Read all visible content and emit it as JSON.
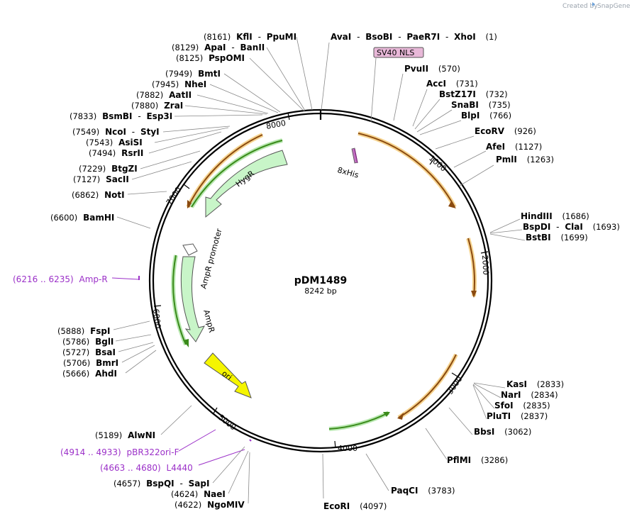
{
  "branding": {
    "created_by": "Created by",
    "app": "SnapGene"
  },
  "plasmid": {
    "name": "pDM1489",
    "size_label": "8242 bp"
  },
  "tick_labels": [
    "1000",
    "2000",
    "3000",
    "4000",
    "5000",
    "6000",
    "7000",
    "8000"
  ],
  "features": {
    "sv40_nls": "SV40 NLS",
    "his_tag": "8xHis",
    "hygr": "HygR",
    "ampr_promoter": "AmpR promoter",
    "ampr": "AmpR",
    "ori": "ori"
  },
  "sites": [
    {
      "pos": "(8161)",
      "name": "KflI",
      "sep": "-",
      "name2": "PpuMI"
    },
    {
      "pos": "(8129)",
      "name": "ApaI",
      "sep": "-",
      "name2": "BanII"
    },
    {
      "pos": "(8125)",
      "name": "PspOMI"
    },
    {
      "pos": "(7949)",
      "name": "BmtI"
    },
    {
      "pos": "(7945)",
      "name": "NheI"
    },
    {
      "pos": "(7882)",
      "name": "AatII"
    },
    {
      "pos": "(7880)",
      "name": "ZraI"
    },
    {
      "pos": "(7833)",
      "name": "BsmBI",
      "sep": "-",
      "name2": "Esp3I"
    },
    {
      "pos": "(7549)",
      "name": "NcoI",
      "sep": "-",
      "name2": "StyI"
    },
    {
      "pos": "(7543)",
      "name": "AsiSI"
    },
    {
      "pos": "(7494)",
      "name": "RsrII"
    },
    {
      "pos": "(7229)",
      "name": "BtgZI"
    },
    {
      "pos": "(7127)",
      "name": "SacII"
    },
    {
      "pos": "(6862)",
      "name": "NotI"
    },
    {
      "pos": "(6600)",
      "name": "BamHI"
    },
    {
      "pos": "(5888)",
      "name": "FspI"
    },
    {
      "pos": "(5786)",
      "name": "BglI"
    },
    {
      "pos": "(5727)",
      "name": "BsaI"
    },
    {
      "pos": "(5706)",
      "name": "BmrI"
    },
    {
      "pos": "(5666)",
      "name": "AhdI"
    },
    {
      "pos": "(5189)",
      "name": "AlwNI"
    },
    {
      "pos": "(4657)",
      "name": "BspQI",
      "sep": "-",
      "name2": "SapI"
    },
    {
      "pos": "(4624)",
      "name": "NaeI"
    },
    {
      "pos": "(4622)",
      "name": "NgoMIV"
    },
    {
      "name": "AvaI",
      "sep": "-",
      "name2": "BsoBI",
      "sep2": "-",
      "name3": "PaeR7I",
      "sep3": "-",
      "name4": "XhoI",
      "pos": "(1)"
    },
    {
      "name": "PvuII",
      "pos": "(570)"
    },
    {
      "name": "AccI",
      "pos": "(731)"
    },
    {
      "name": "BstZ17I",
      "pos": "(732)"
    },
    {
      "name": "SnaBI",
      "pos": "(735)"
    },
    {
      "name": "BlpI",
      "pos": "(766)"
    },
    {
      "name": "EcoRV",
      "pos": "(926)"
    },
    {
      "name": "AfeI",
      "pos": "(1127)"
    },
    {
      "name": "PmlI",
      "pos": "(1263)"
    },
    {
      "name": "HindIII",
      "pos": "(1686)"
    },
    {
      "name": "BspDI",
      "sep": "-",
      "name2": "ClaI",
      "pos": "(1693)"
    },
    {
      "name": "BstBI",
      "pos": "(1699)"
    },
    {
      "name": "KasI",
      "pos": "(2833)"
    },
    {
      "name": "NarI",
      "pos": "(2834)"
    },
    {
      "name": "SfoI",
      "pos": "(2835)"
    },
    {
      "name": "PluTI",
      "pos": "(2837)"
    },
    {
      "name": "BbsI",
      "pos": "(3062)"
    },
    {
      "name": "PflMI",
      "pos": "(3286)"
    },
    {
      "name": "PaqCI",
      "pos": "(3783)"
    },
    {
      "name": "EcoRI",
      "pos": "(4097)"
    }
  ],
  "primers": [
    {
      "range": "(6216 .. 6235)",
      "name": "Amp-R"
    },
    {
      "range": "(4914 .. 4933)",
      "name": "pBR322ori-F"
    },
    {
      "range": "(4663 .. 4680)",
      "name": "L4440"
    }
  ],
  "colors": {
    "feature_arrow_orange": "#f0a030",
    "feature_green": "#3a8a1a",
    "light_green": "#c8f5c8",
    "ori_yellow": "#f5f500",
    "primer_purple": "#9b30c8",
    "nls_pink": "#e8b8d8"
  }
}
